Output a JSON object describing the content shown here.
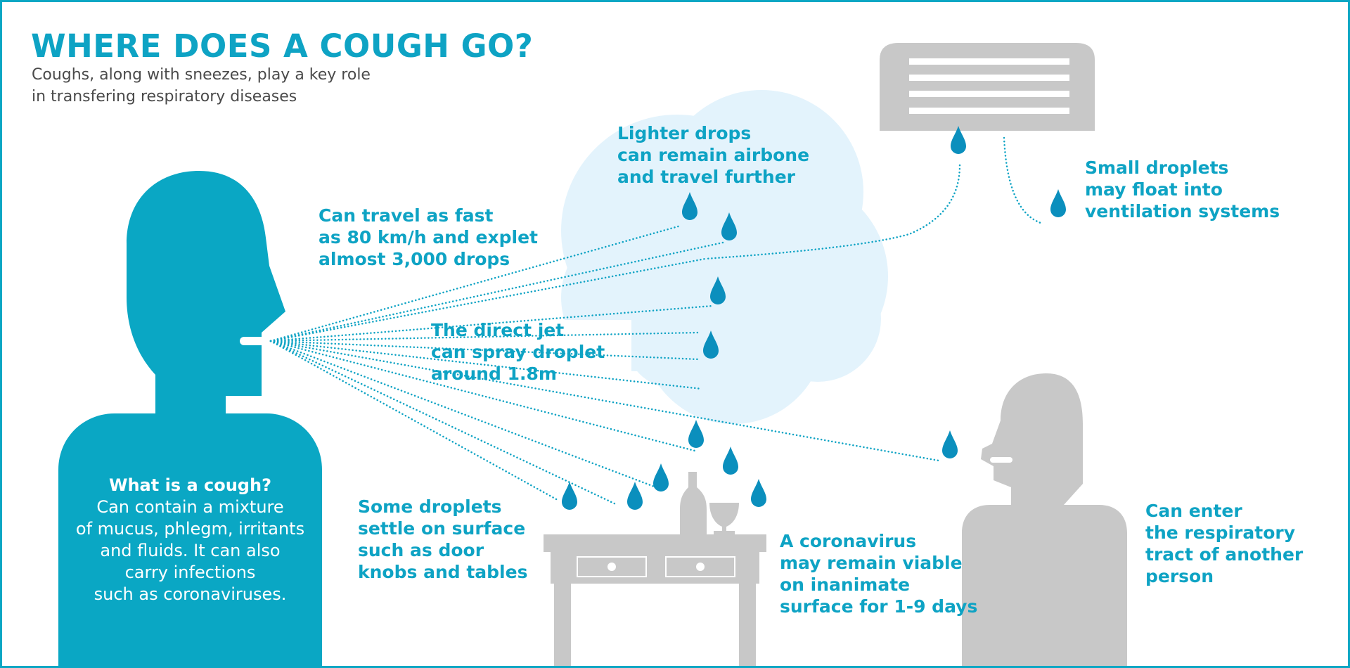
{
  "header": {
    "title": "WHERE DOES A COUGH GO?",
    "subtitle": "Coughs, along with sneezes, play a key role\nin transfering respiratory diseases"
  },
  "labels": {
    "fast": "Can travel as fast\nas 80 km/h and explet\nalmost 3,000 drops",
    "lighter": "Lighter drops\ncan remain airbone\nand travel further",
    "small": "Small droplets\nmay float into\nventilation systems",
    "jet": "The direct jet\ncan spray droplet\naround 1.8m",
    "settle": "Some droplets\nsettle on surface\nsuch as door\nknobs and tables",
    "corona": "A coronavirus\nmay remain viable\non inanimate\nsurface for 1-9 days",
    "enter": "Can enter\nthe respiratory\ntract of another\nperson"
  },
  "cough_box": {
    "heading": "What is a cough?",
    "body": "Can contain a mixture\nof mucus, phlegm, irritants\nand fluids. It can also\ncarry infections\nsuch as coronaviruses."
  },
  "colors": {
    "accent": "#0ea3c4",
    "silhouette_gray": "#c8c8c8",
    "cloud": "#e3f3fc",
    "drop": "#0b8fbd"
  }
}
